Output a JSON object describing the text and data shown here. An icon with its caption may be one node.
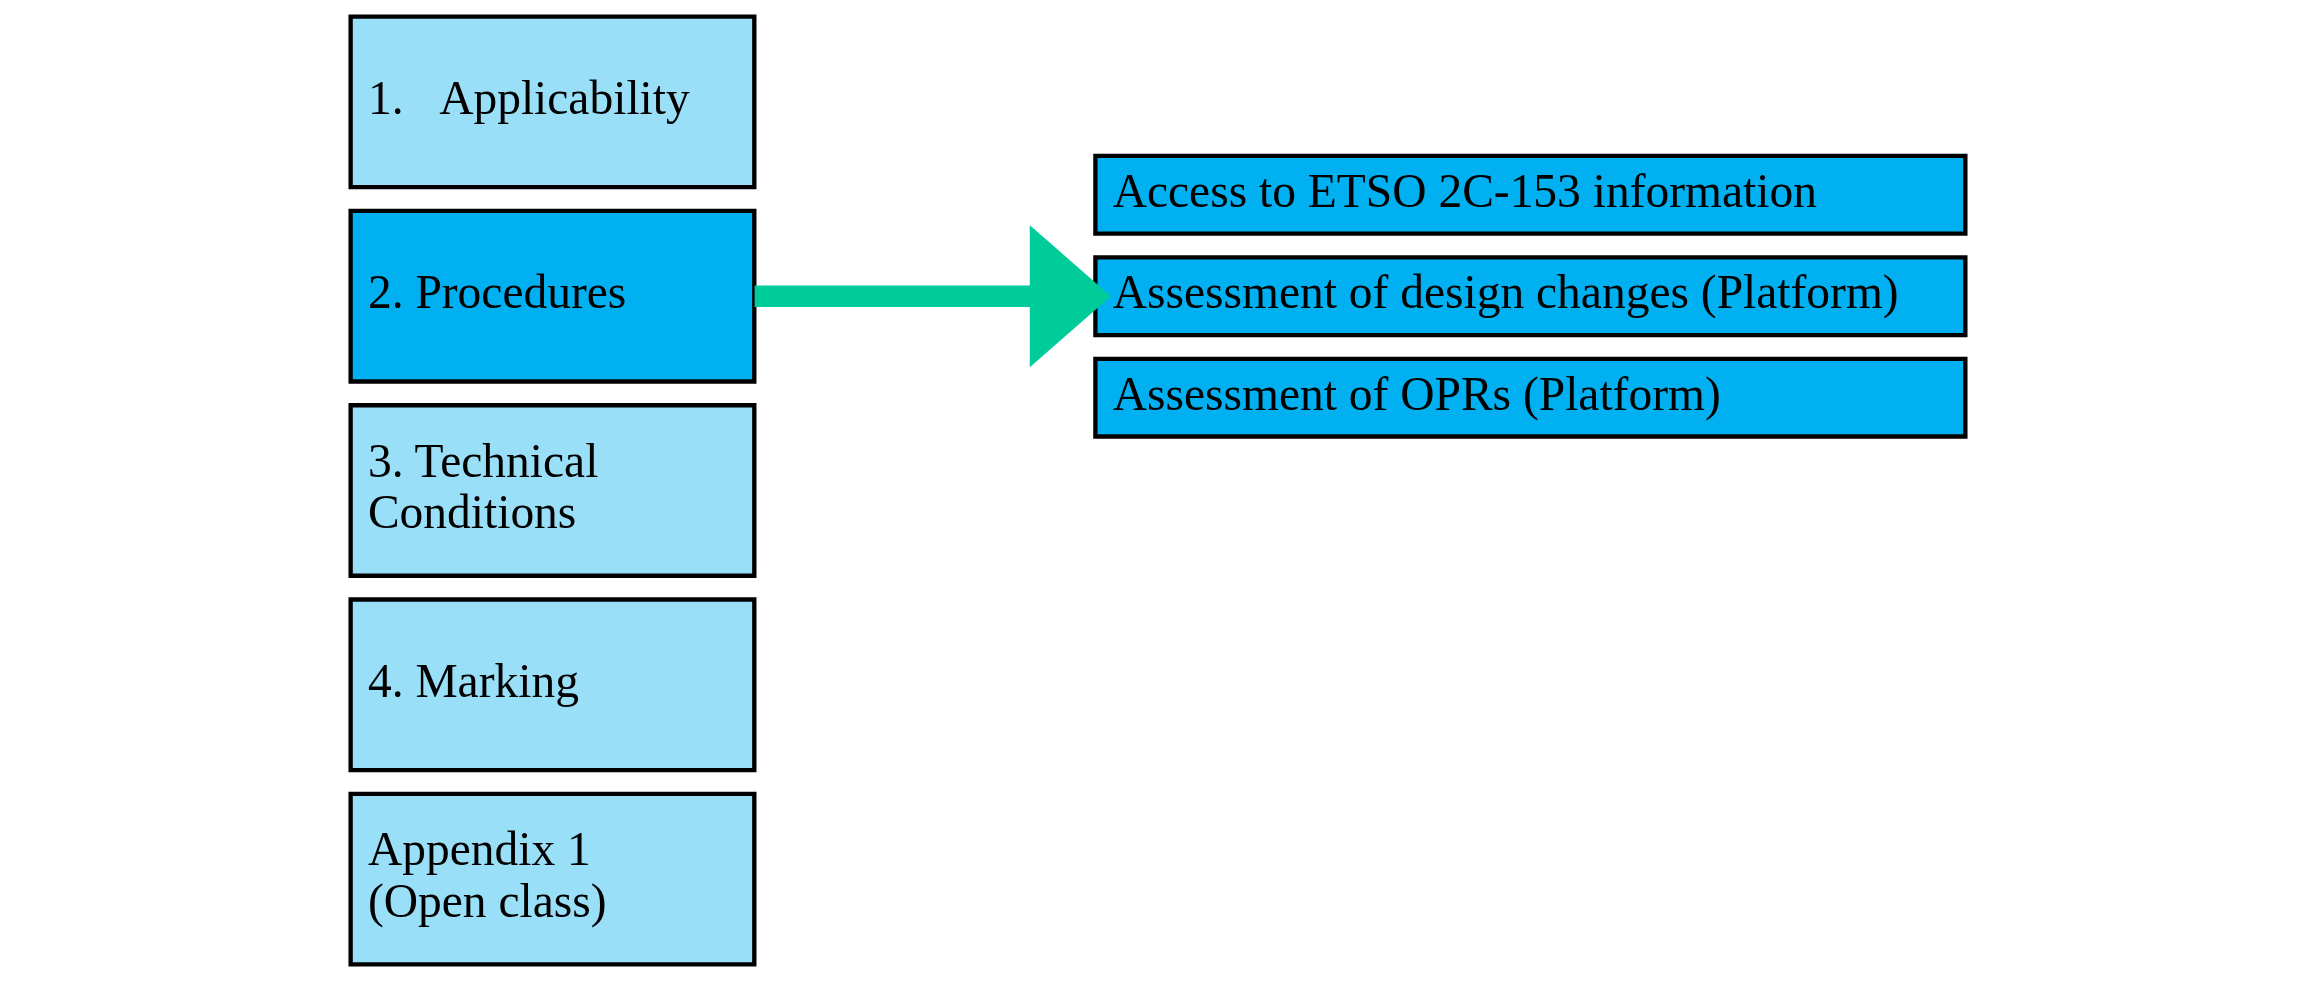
{
  "diagram": {
    "nodes": [
      {
        "text": [
          "1.   Applicability"
        ]
      },
      {
        "text": [
          "2. Procedures"
        ]
      },
      {
        "text": [
          "3. Technical Conditions"
        ]
      },
      {
        "text": [
          "4. Marking"
        ]
      },
      {
        "text": [
          "Appendix 1 (Open class)"
        ]
      },
      {
        "text": [
          "Access to ETSO 2C-153 information"
        ]
      },
      {
        "text": [
          "Assessment of design changes (Platform)"
        ]
      },
      {
        "text": [
          "Assessment of OPRs (Platform)"
        ]
      }
    ],
    "edges": [
      {
        "from": 1,
        "to": 6,
        "arrow": "to",
        "color": "#00cc99"
      }
    ]
  }
}
